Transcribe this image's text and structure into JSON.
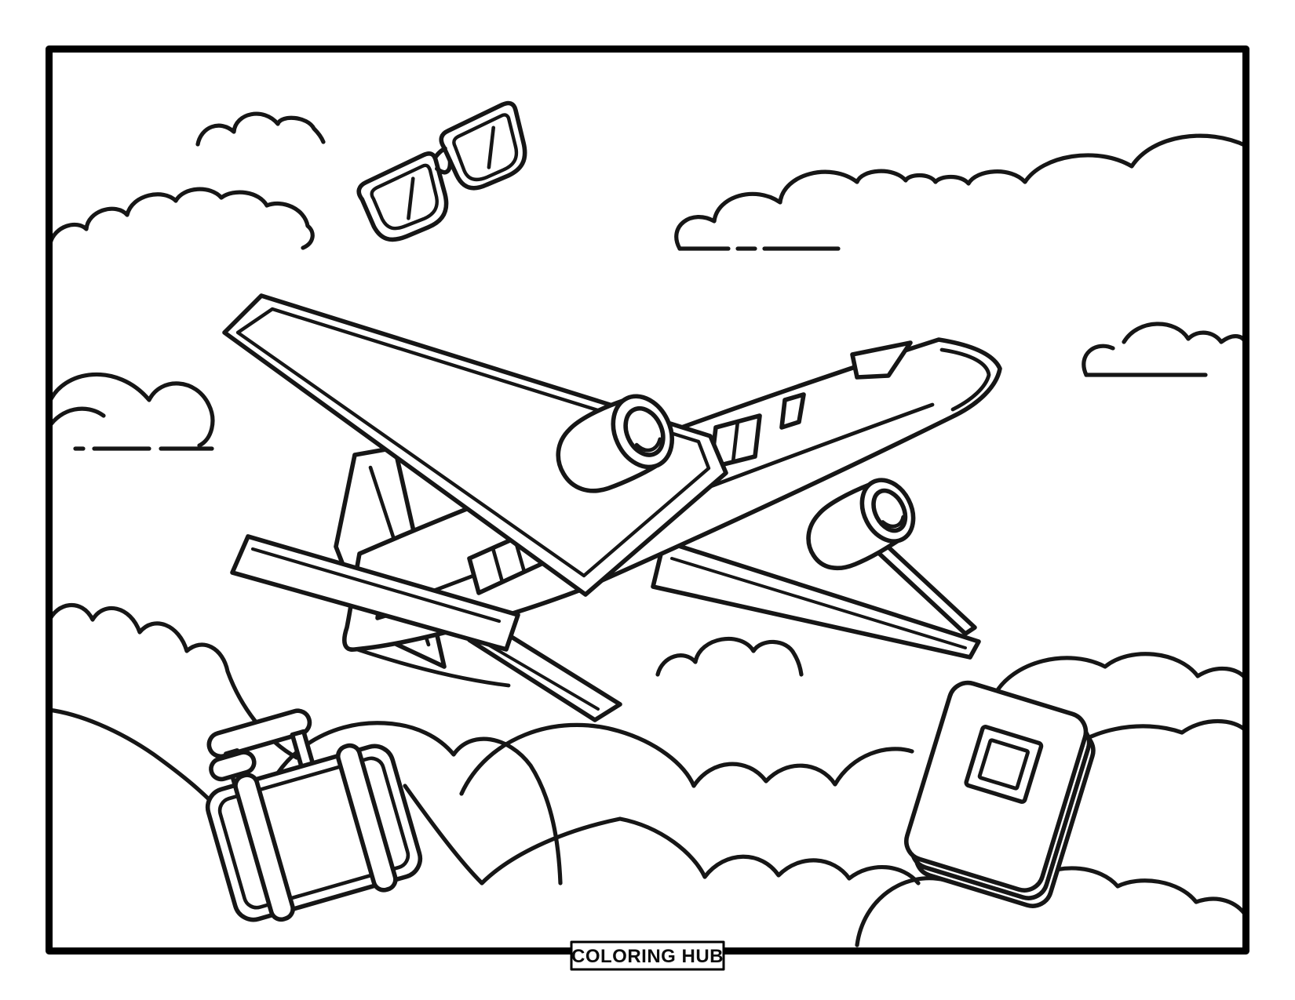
{
  "page": {
    "background_color": "#ffffff",
    "line_color": "#161616",
    "border_color": "#000000"
  },
  "badge": {
    "label": "COLORING HUB",
    "background": "#ffffff",
    "text_color": "#000000"
  },
  "scene": {
    "description": "Black-and-white coloring page: passenger jet climbing to the right among cartoon clouds, with sunglasses in the sky, a rolling suitcase and a passport book on the cloud bank below",
    "elements": [
      "airplane",
      "clouds",
      "sunglasses-icon",
      "suitcase-icon",
      "passport-icon"
    ]
  }
}
